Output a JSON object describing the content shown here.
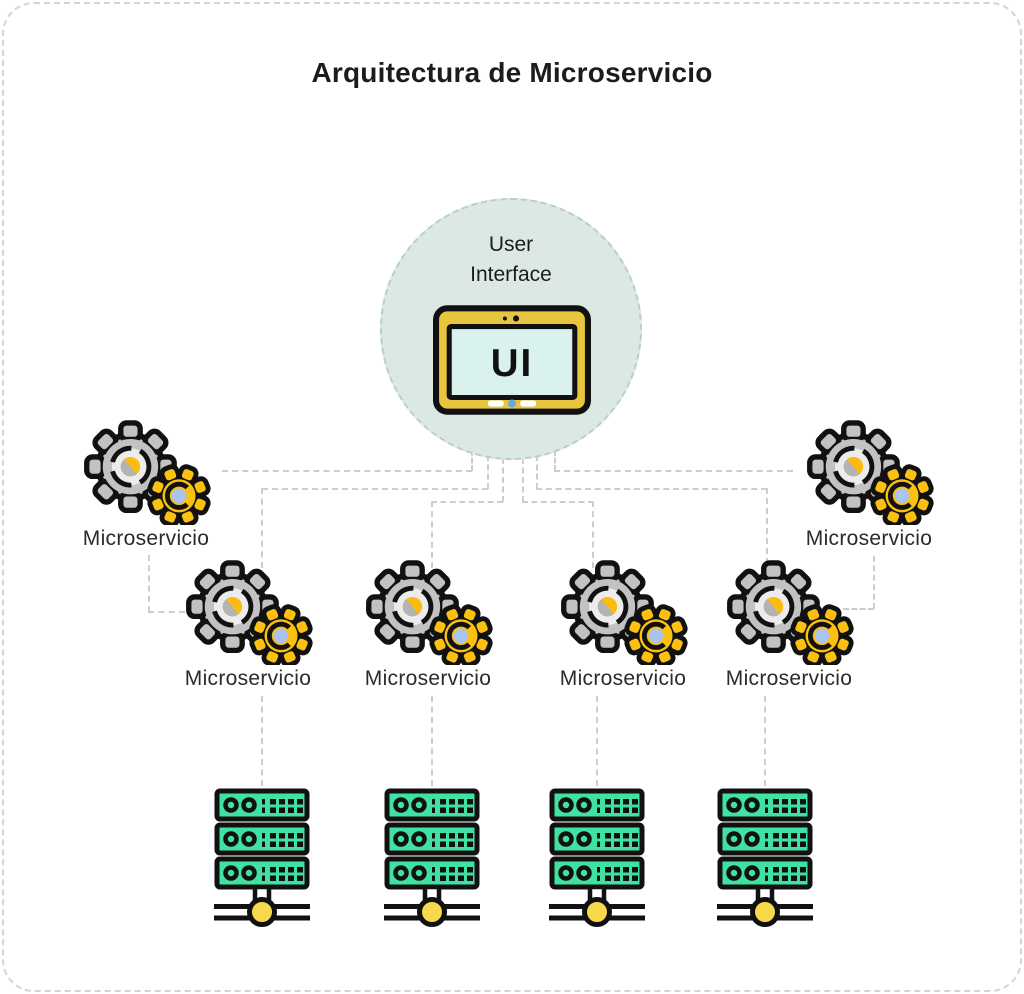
{
  "title": "Arquitectura de Microservicio",
  "ui": {
    "line1": "User",
    "line2": "Interface",
    "screen": "UI"
  },
  "microservices": [
    {
      "id": "top-left",
      "label": "Microservicio"
    },
    {
      "id": "top-right",
      "label": "Microservicio"
    },
    {
      "id": "mid-1",
      "label": "Microservicio"
    },
    {
      "id": "mid-2",
      "label": "Microservicio"
    },
    {
      "id": "mid-3",
      "label": "Microservicio"
    },
    {
      "id": "mid-4",
      "label": "Microservicio"
    }
  ],
  "servers": [
    {
      "id": "server-1",
      "icon": "server-rack-icon"
    },
    {
      "id": "server-2",
      "icon": "server-rack-icon"
    },
    {
      "id": "server-3",
      "icon": "server-rack-icon"
    },
    {
      "id": "server-4",
      "icon": "server-rack-icon"
    }
  ],
  "icons": {
    "ui_device": "tablet-icon",
    "microservice": "gears-icon",
    "server": "server-rack-icon"
  },
  "colors": {
    "circle_fill": "#dce9e2",
    "circle_border": "#b9cfc4",
    "connector": "#cdcdcd",
    "border_dash": "#d4d4d4",
    "gear_gray": "#c2c2c2",
    "gear_ring": "#ececec",
    "gear_yellow": "#fcc011",
    "gear_center_yellow": "#fdbb10",
    "gear_blue": "#a9c4ef",
    "tablet_yellow": "#e8c53e",
    "screen_mint": "#d9f2ed",
    "dot_blue": "#66aadd",
    "server_green": "#3fe2a2",
    "node_yellow": "#f7da4c",
    "outline": "#111111",
    "text": "#1c1c1c"
  }
}
